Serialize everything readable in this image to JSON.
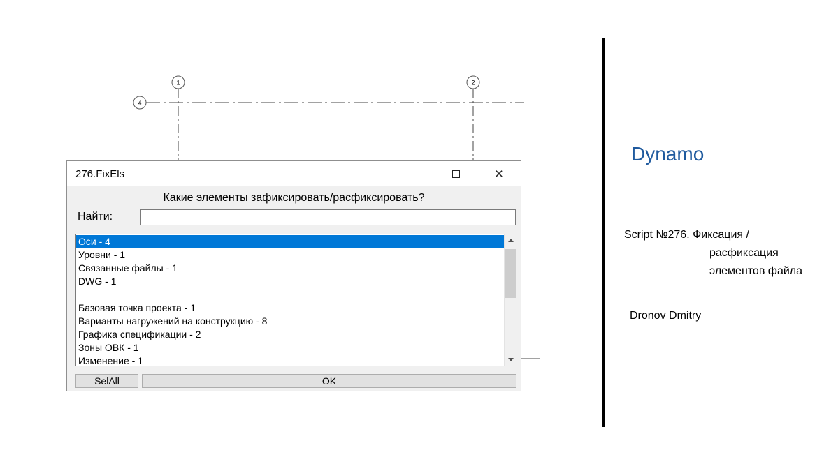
{
  "drawing": {
    "bubbles": {
      "b1": "1",
      "b2": "2",
      "b4": "4"
    }
  },
  "dialog": {
    "title": "276.FixEls",
    "window_controls": {
      "close_glyph": "×"
    },
    "question": "Какие элементы зафиксировать/расфиксировать?",
    "search": {
      "label": "Найти:",
      "value": ""
    },
    "list_items": [
      "Оси - 4",
      "Уровни - 1",
      "Связанные файлы - 1",
      "DWG - 1",
      "",
      "Базовая точка проекта - 1",
      "Варианты нагружений на конструкцию - 8",
      "Графика спецификации - 2",
      "Зоны ОВК - 1",
      "Изменение - 1"
    ],
    "buttons": {
      "selall": "SelAll",
      "ok": "OK"
    },
    "colors": {
      "selection": "#0078d7"
    }
  },
  "side_panel": {
    "title": "Dynamo",
    "title_color": "#1f5a9e",
    "script_lines": {
      "line1": "Script №276. Фиксация /",
      "line2": "расфиксация",
      "line3": "элементов файла"
    },
    "author": "Dronov Dmitry"
  }
}
